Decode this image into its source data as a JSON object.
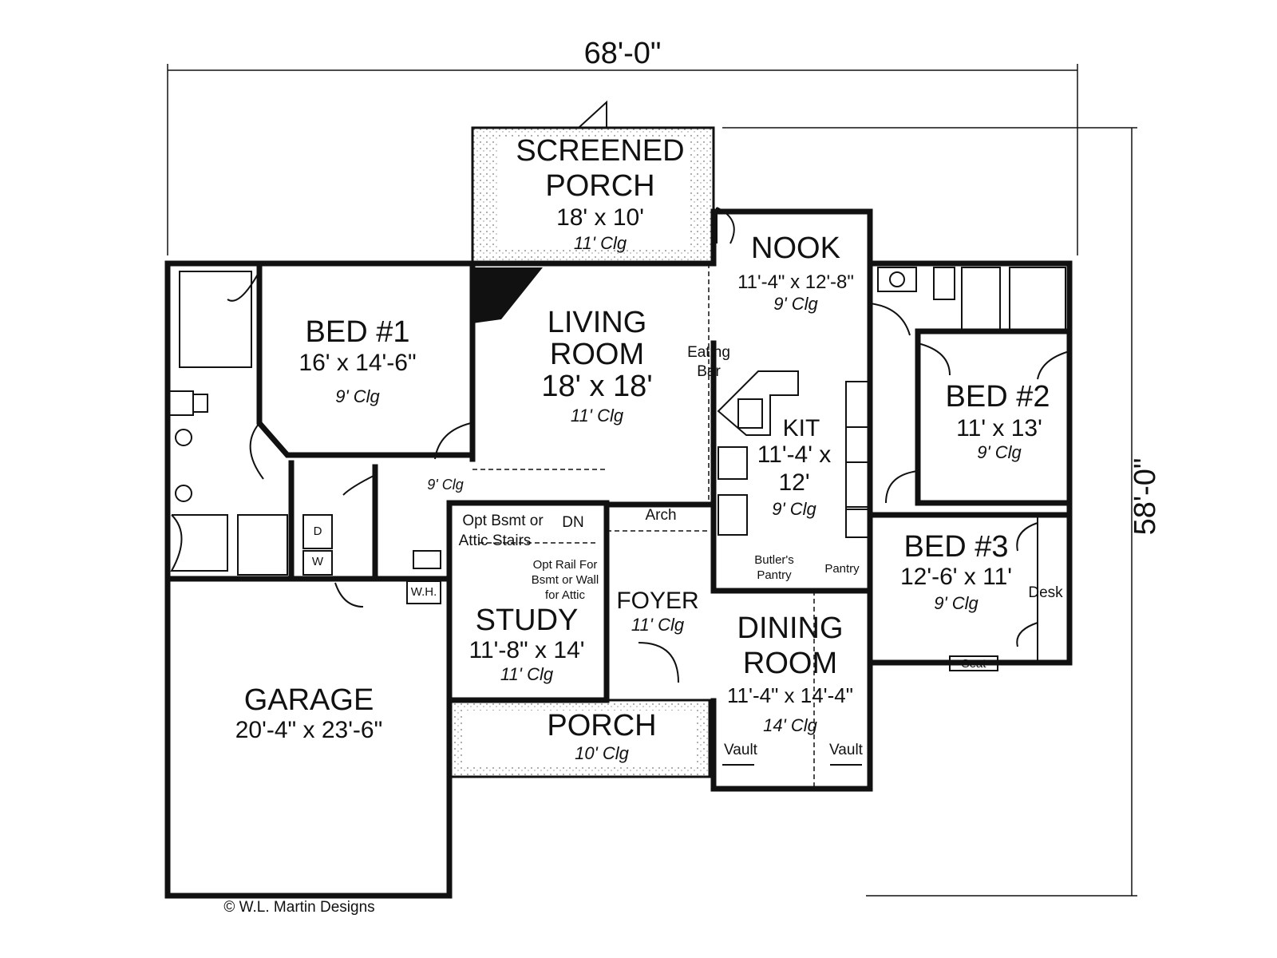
{
  "dimensions": {
    "width": "68'-0\"",
    "depth": "58'-0\""
  },
  "rooms": {
    "screened_porch": {
      "name": "SCREENED",
      "name2": "PORCH",
      "size": "18' x 10'",
      "ceiling": "11' Clg"
    },
    "nook": {
      "name": "NOOK",
      "size": "11'-4\" x 12'-8\"",
      "ceiling": "9' Clg"
    },
    "bed1": {
      "name": "BED #1",
      "size": "16' x 14'-6\"",
      "ceiling": "9' Clg"
    },
    "living": {
      "name": "LIVING",
      "name2": "ROOM",
      "size": "18' x 18'",
      "ceiling": "11' Clg"
    },
    "kitchen": {
      "name": "KIT",
      "size": "11'-4' x",
      "size2": "12'",
      "ceiling": "9' Clg"
    },
    "bed2": {
      "name": "BED #2",
      "size": "11' x 13'",
      "ceiling": "9' Clg"
    },
    "bed3": {
      "name": "BED #3",
      "size": "12'-6' x 11'",
      "ceiling": "9' Clg"
    },
    "study": {
      "name": "STUDY",
      "size": "11'-8\" x 14'",
      "ceiling": "11' Clg"
    },
    "foyer": {
      "name": "FOYER",
      "ceiling": "11' Clg"
    },
    "dining": {
      "name": "DINING",
      "name2": "ROOM",
      "size": "11'-4\" x 14'-4\"",
      "ceiling": "14' Clg"
    },
    "garage": {
      "name": "GARAGE",
      "size": "20'-4\" x 23'-6\""
    },
    "porch": {
      "name": "PORCH",
      "ceiling": "10' Clg"
    }
  },
  "labels": {
    "eating_bar": "Eating",
    "eating_bar2": "Bar",
    "hall_ceiling": "9' Clg",
    "stairs": "Opt Bsmt or",
    "stairs2": "Attic Stairs",
    "dn": "DN",
    "rail": "Opt Rail For",
    "rail2": "Bsmt or Wall",
    "rail3": "for Attic",
    "arch": "Arch",
    "butlers": "Butler's",
    "butlers2": "Pantry",
    "pantry": "Pantry",
    "desk": "Desk",
    "seat": "Seat",
    "vault_left": "Vault",
    "vault_right": "Vault",
    "wh": "W.H.",
    "washer": "W",
    "dryer": "D"
  },
  "copyright": "© W.L. Martin Designs"
}
